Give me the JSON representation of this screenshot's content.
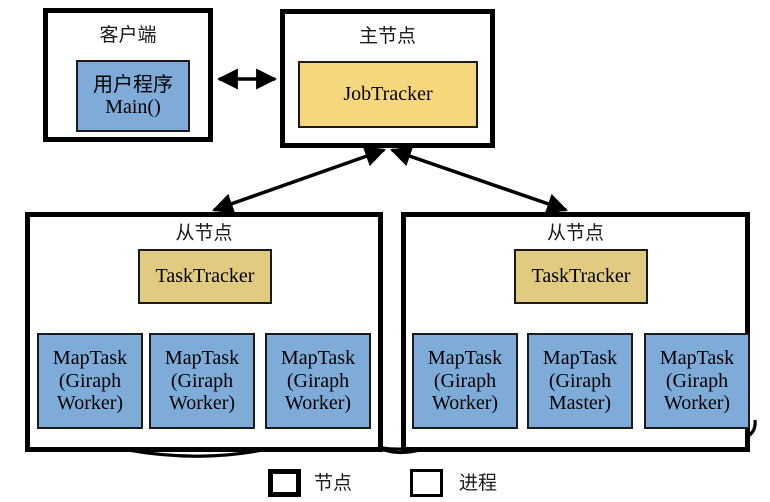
{
  "diagram": {
    "title": "Giraph on Hadoop MapReduce cluster architecture",
    "colors": {
      "jobtracker_fill": "#f7d77e",
      "tasktracker_fill": "#e0cb81",
      "maptask_fill": "#7fabd8",
      "node_border": "#000000",
      "process_border": "#1a1a1a",
      "background": "#ffffff"
    }
  },
  "client_node": {
    "title": "客户端",
    "process": {
      "line1": "用户程序",
      "line2": "Main()"
    }
  },
  "master_node": {
    "title": "主节点",
    "process": {
      "label": "JobTracker"
    }
  },
  "slave_nodes": [
    {
      "title": "从节点",
      "tracker": {
        "label": "TaskTracker"
      },
      "tasks": [
        {
          "line1": "MapTask",
          "line2": "(Giraph",
          "line3": "Worker)"
        },
        {
          "line1": "MapTask",
          "line2": "(Giraph",
          "line3": "Worker)"
        },
        {
          "line1": "MapTask",
          "line2": "(Giraph",
          "line3": "Worker)"
        }
      ]
    },
    {
      "title": "从节点",
      "tracker": {
        "label": "TaskTracker"
      },
      "tasks": [
        {
          "line1": "MapTask",
          "line2": "(Giraph",
          "line3": "Worker)"
        },
        {
          "line1": "MapTask",
          "line2": "(Giraph",
          "line3": "Master)"
        },
        {
          "line1": "MapTask",
          "line2": "(Giraph",
          "line3": "Worker)"
        }
      ]
    }
  ],
  "legend": {
    "items": [
      {
        "label": "节点",
        "style": "thick"
      },
      {
        "label": "进程",
        "style": "thin"
      }
    ]
  }
}
